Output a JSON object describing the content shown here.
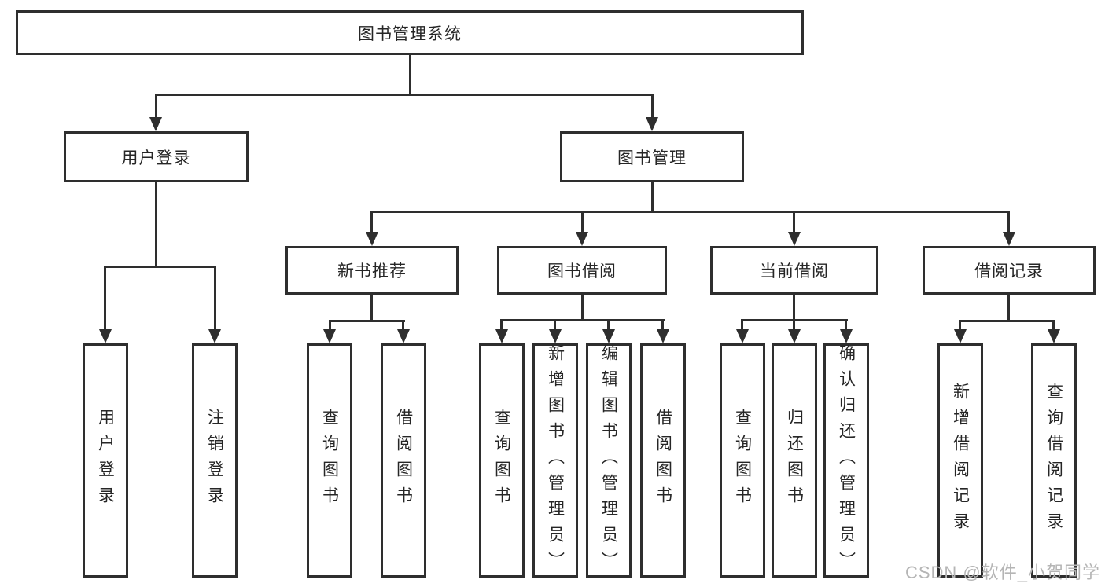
{
  "title": "图书管理系统",
  "watermark": "CSDN @软件_小贺同学",
  "colors": {
    "line": "#2e2e2e",
    "text": "#262626",
    "background": "#ffffff",
    "watermark": "#b5b5b5"
  },
  "tree": {
    "label": "图书管理系统",
    "children": [
      {
        "label": "用户登录",
        "children": [
          {
            "label": "用户登录"
          },
          {
            "label": "注销登录"
          }
        ]
      },
      {
        "label": "图书管理",
        "children": [
          {
            "label": "新书推荐",
            "children": [
              {
                "label": "查询图书"
              },
              {
                "label": "借阅图书"
              }
            ]
          },
          {
            "label": "图书借阅",
            "children": [
              {
                "label": "查询图书"
              },
              {
                "label": "新增图书（管理员）"
              },
              {
                "label": "编辑图书（管理员）"
              },
              {
                "label": "借阅图书"
              }
            ]
          },
          {
            "label": "当前借阅",
            "children": [
              {
                "label": "查询图书"
              },
              {
                "label": "归还图书"
              },
              {
                "label": "确认归还（管理员）"
              }
            ]
          },
          {
            "label": "借阅记录",
            "children": [
              {
                "label": "新增借阅记录"
              },
              {
                "label": "查询借阅记录"
              }
            ]
          }
        ]
      }
    ]
  }
}
